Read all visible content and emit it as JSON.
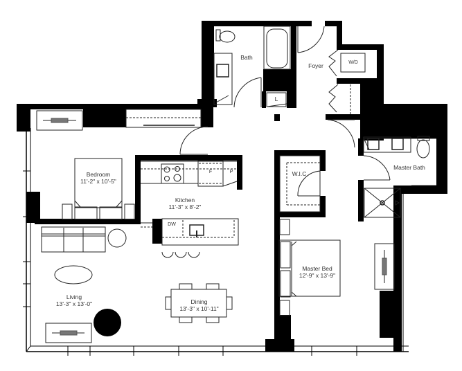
{
  "floorplan": {
    "rooms": [
      {
        "id": "bath",
        "name": "Bath",
        "dims": ""
      },
      {
        "id": "foyer",
        "name": "Foyer",
        "dims": ""
      },
      {
        "id": "bedroom",
        "name": "Bedroom",
        "dims": "11'-2\" x 10'-5\""
      },
      {
        "id": "kitchen",
        "name": "Kitchen",
        "dims": "11'-3\" x 8'-2\""
      },
      {
        "id": "wic",
        "name": "W.I.C",
        "dims": ""
      },
      {
        "id": "master_bath",
        "name": "Master Bath",
        "dims": ""
      },
      {
        "id": "master_bed",
        "name": "Master Bed",
        "dims": "12'-9\" x 13'-9\""
      },
      {
        "id": "living",
        "name": "Living",
        "dims": "13'-3\" x 13'-0\""
      },
      {
        "id": "dining",
        "name": "Dining",
        "dims": "13'-3\" x 10'-11\""
      }
    ],
    "fixtures": {
      "washer_dryer": "W/D",
      "linen": "L",
      "fridge": "F",
      "pantry": "P",
      "dishwasher": "DW"
    },
    "colors": {
      "wall": "#000000",
      "line": "#222222",
      "background": "#ffffff",
      "text": "#333333",
      "tv": "#777777"
    }
  }
}
